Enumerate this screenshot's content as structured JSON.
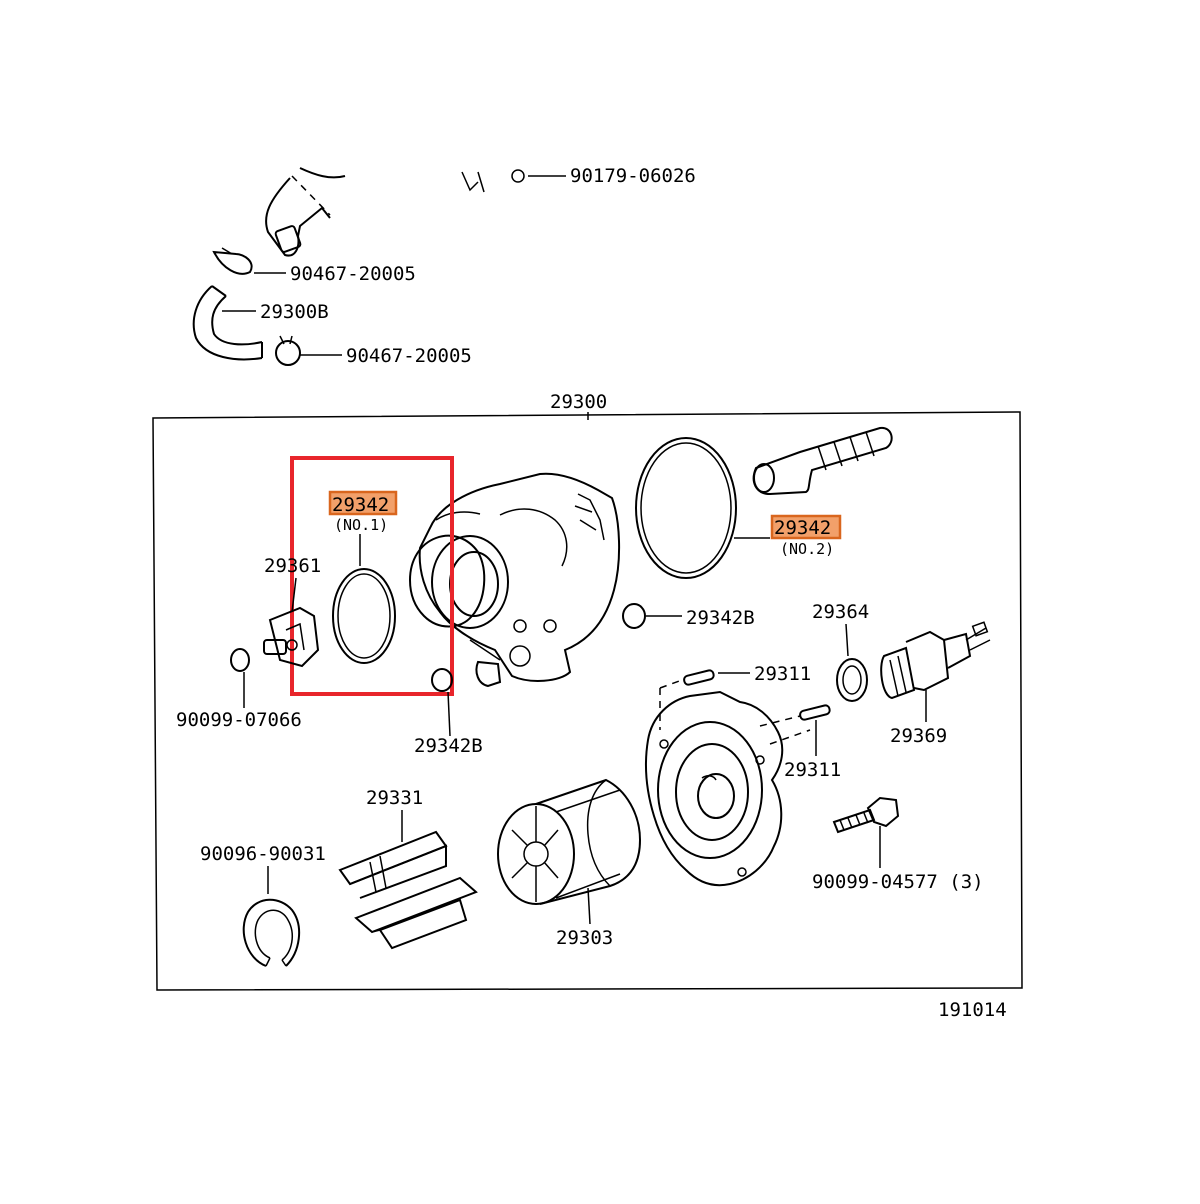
{
  "diagram": {
    "number": "191014",
    "assembly_label": "29300",
    "labels": {
      "bolt_top": "90179-06026",
      "clip_a": "90467-20005",
      "hose": "29300B",
      "clip_b": "90467-20005",
      "oring_no1": "29342",
      "oring_no1_sub": "(NO.1)",
      "oring_no2": "29342",
      "oring_no2_sub": "(NO.2)",
      "part_29361": "29361",
      "small_ring_left": "90099-07066",
      "oring_b_lower": "29342B",
      "oring_b_right": "29342B",
      "gasket_29364": "29364",
      "pin_upper": "29311",
      "pin_lower": "29311",
      "switch_29369": "29369",
      "vanes": "29331",
      "snap_ring": "90096-90031",
      "rotor": "29303",
      "bolt_bottom": "90099-04577 (3)"
    },
    "colors": {
      "highlight_box": "#e8252b",
      "tag_outline": "#d9661e",
      "tag_fill": "#f2a06a",
      "line": "#000000"
    }
  }
}
